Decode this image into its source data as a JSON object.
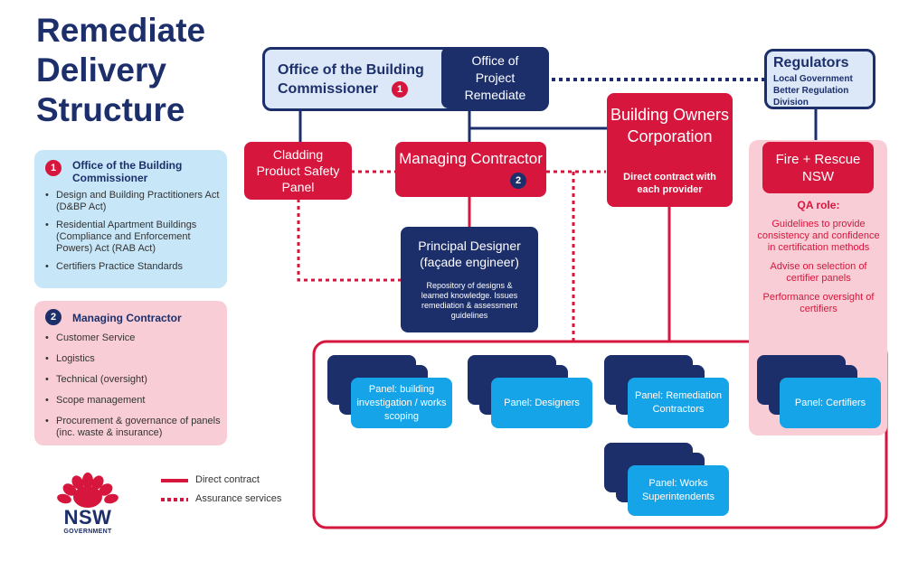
{
  "title": "Remediate Delivery Structure",
  "key": {
    "obc": {
      "badge": "1",
      "heading": "Office of the Building Commissioner",
      "items": [
        "Design and Building Practitioners Act (D&BP Act)",
        "Residential Apartment Buildings (Compliance and Enforcement Powers) Act (RAB Act)",
        "Certifiers Practice Standards"
      ]
    },
    "mc": {
      "badge": "2",
      "heading": "Managing Contractor",
      "items": [
        "Customer Service",
        "Logistics",
        "Technical (oversight)",
        "Scope management",
        "Procurement & governance of panels (inc. waste & insurance)"
      ]
    }
  },
  "nodes": {
    "obc": {
      "label": "Office of the Building Commissioner",
      "badge": "1"
    },
    "opr": {
      "label": "Office of Project Remediate"
    },
    "regulators": {
      "title": "Regulators",
      "lines": [
        "Local Government",
        "Better Regulation Division"
      ]
    },
    "cpsp": {
      "label": "Cladding Product Safety Panel"
    },
    "mc": {
      "label": "Managing Contractor",
      "badge": "2"
    },
    "boc": {
      "label": "Building Owners Corporation",
      "sub": "Direct contract with each provider"
    },
    "fire": {
      "label": "Fire + Rescue NSW",
      "qa_title": "QA role:",
      "qa_items": [
        "Guidelines to provide consistency and confidence in certification methods",
        "Advise on selection of certifier panels",
        "Performance oversight of certifiers"
      ]
    },
    "pd": {
      "label": "Principal Designer (façade engineer)",
      "sub": "Repository of designs & learned knowledge. Issues remediation & assessment guidelines"
    }
  },
  "panels": {
    "building": "Panel: building investigation / works scoping",
    "designers": "Panel: Designers",
    "remediation": "Panel: Remediation Contractors",
    "certifiers": "Panel: Certifiers",
    "works": "Panel: Works Superintendents"
  },
  "legend": {
    "direct": "Direct contract",
    "assurance": "Assurance services"
  },
  "logo": {
    "name": "NSW",
    "sub": "GOVERNMENT"
  },
  "colors": {
    "navy": "#1c2f6b",
    "red": "#d6163c",
    "panel_blue": "#16a4e8",
    "light_blue": "#c7e6f8",
    "pink": "#f9cdd6"
  }
}
